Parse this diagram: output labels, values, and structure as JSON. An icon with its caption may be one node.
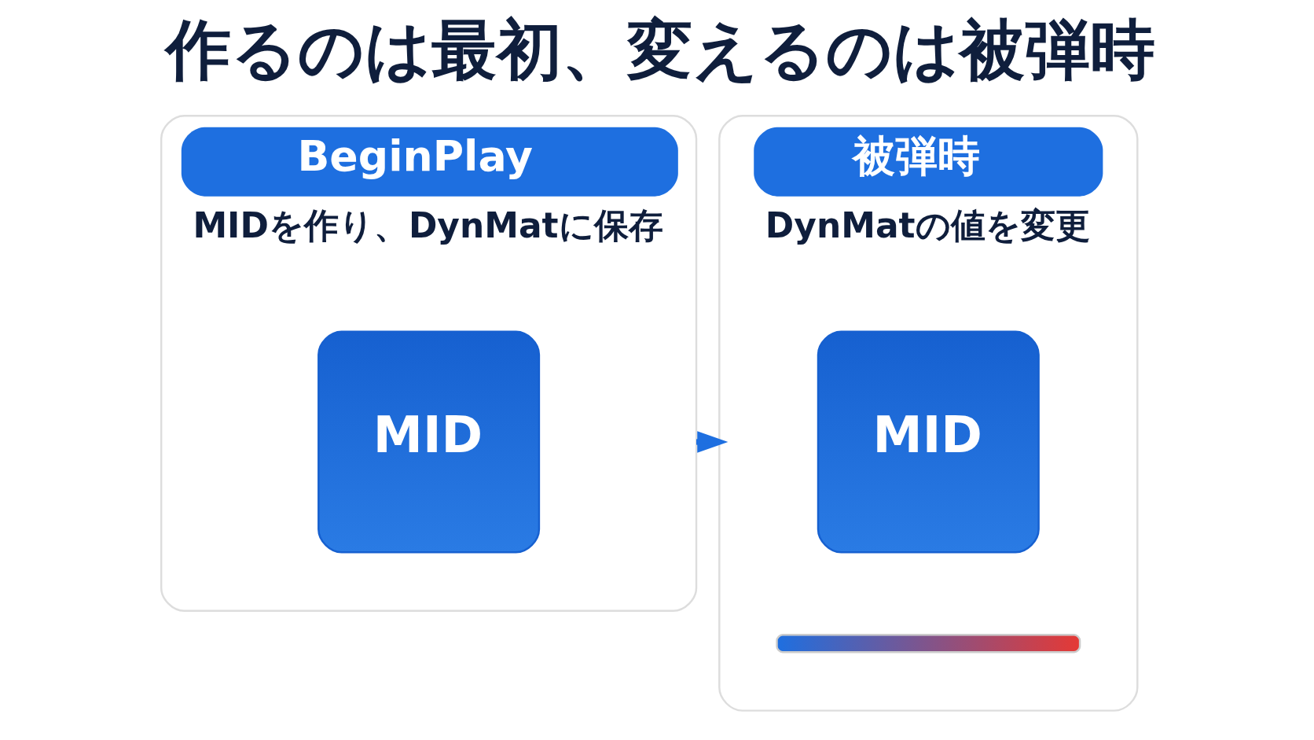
{
  "diagram": {
    "title": "作るのは最初、変えるのは被弾時",
    "nodes": [
      {
        "text": [
          "BeginPlay",
          "MIDを作り、DynMatに保存"
        ]
      },
      {
        "text": [
          "MID"
        ],
        "in": 0
      },
      {
        "text": [
          "被弾時",
          "DynMatの値を変更"
        ]
      },
      {
        "text": [
          "MID"
        ],
        "in": 2
      },
      {
        "text": [],
        "shape": "bar",
        "in": 2
      }
    ],
    "edges": [
      {
        "from": 0,
        "to": 2,
        "arrow": "to"
      }
    ]
  }
}
